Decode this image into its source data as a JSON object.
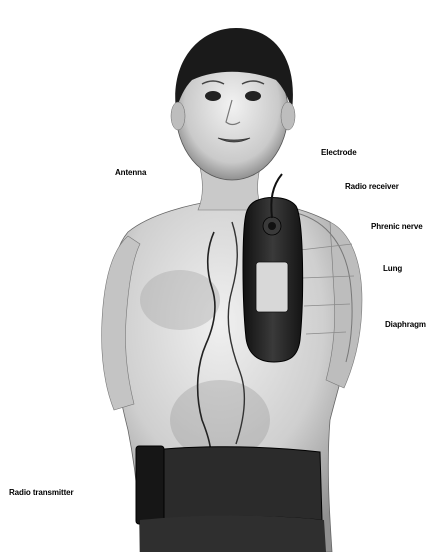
{
  "labels": {
    "electrode": "Electrode",
    "antenna": "Antenna",
    "radio_receiver": "Radio receiver",
    "phrenic_nerve": "Phrenic nerve",
    "lung": "Lung",
    "diaphragm": "Diaphragm",
    "radio_transmitter": "Radio transmitter"
  },
  "colors": {
    "ink": "#111111",
    "skin_light": "#e6e6e6",
    "skin_mid": "#b5b5b5",
    "device_dark": "#262626"
  }
}
